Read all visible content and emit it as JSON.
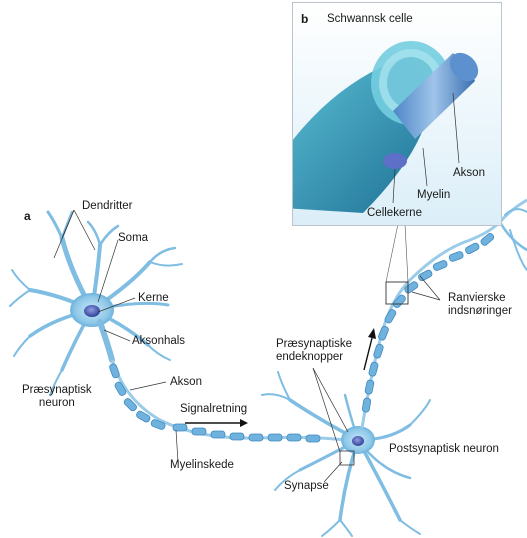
{
  "panel_a": {
    "letter": "a"
  },
  "panel_b": {
    "letter": "b",
    "title": "Schwannsk celle"
  },
  "inset_labels": {
    "akson": "Akson",
    "myelin": "Myelin",
    "cellekerne": "Cellekerne"
  },
  "labels": {
    "dendritter": "Dendritter",
    "soma": "Soma",
    "kerne": "Kerne",
    "aksonhals": "Aksonhals",
    "presynaptisk_neuron": [
      "Præsynaptisk",
      "neuron"
    ],
    "akson": "Akson",
    "signalretning": "Signalretning",
    "myelinskede": "Myelinskede",
    "synapse": "Synapse",
    "endeknopper": [
      "Præsynaptiske",
      "endeknopper"
    ],
    "postsynaptisk_neuron": "Postsynaptisk neuron",
    "ranvierske": [
      "Ranvierske",
      "indsnøringer"
    ]
  },
  "colors": {
    "neuron_fill": "#8ec8e8",
    "neuron_edge": "#4f9ccb",
    "nucleus": "#3a4fa8",
    "myelin": "#6fb2dd",
    "leader": "#333333"
  }
}
